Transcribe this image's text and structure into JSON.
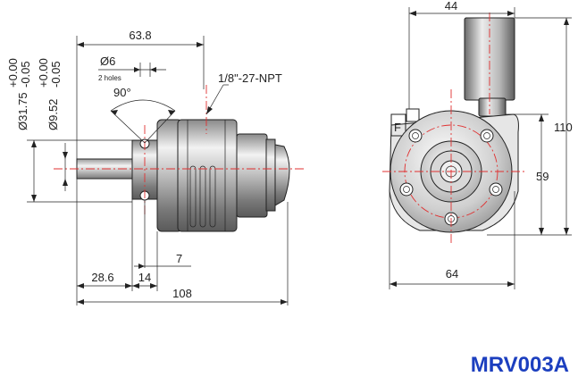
{
  "model_code": "MRV003A",
  "side_view": {
    "dim_total_length": "108",
    "dim_body_length": "63.8",
    "dim_shaft_length": "28.6",
    "dim_14": "14",
    "dim_7": "7",
    "dim_hole_dia": "Ø6",
    "dim_hole_note": "2 holes",
    "dim_angle": "90°",
    "dim_port": "1/8\"-27-NPT",
    "dim_flange_dia": "Ø31.75",
    "dim_flange_tol_upper": "+0.00",
    "dim_flange_tol_lower": "-0.05",
    "dim_shaft_dia": "Ø9.52",
    "dim_shaft_tol_upper": "+0.00",
    "dim_shaft_tol_lower": "-0.05"
  },
  "front_view": {
    "dim_width_top": "44",
    "dim_height_total": "110",
    "dim_height_59": "59",
    "dim_width_bottom": "64",
    "marker_letter": "F"
  },
  "colors": {
    "model_text": "#1c3fbf",
    "centerline": "#e03030"
  }
}
